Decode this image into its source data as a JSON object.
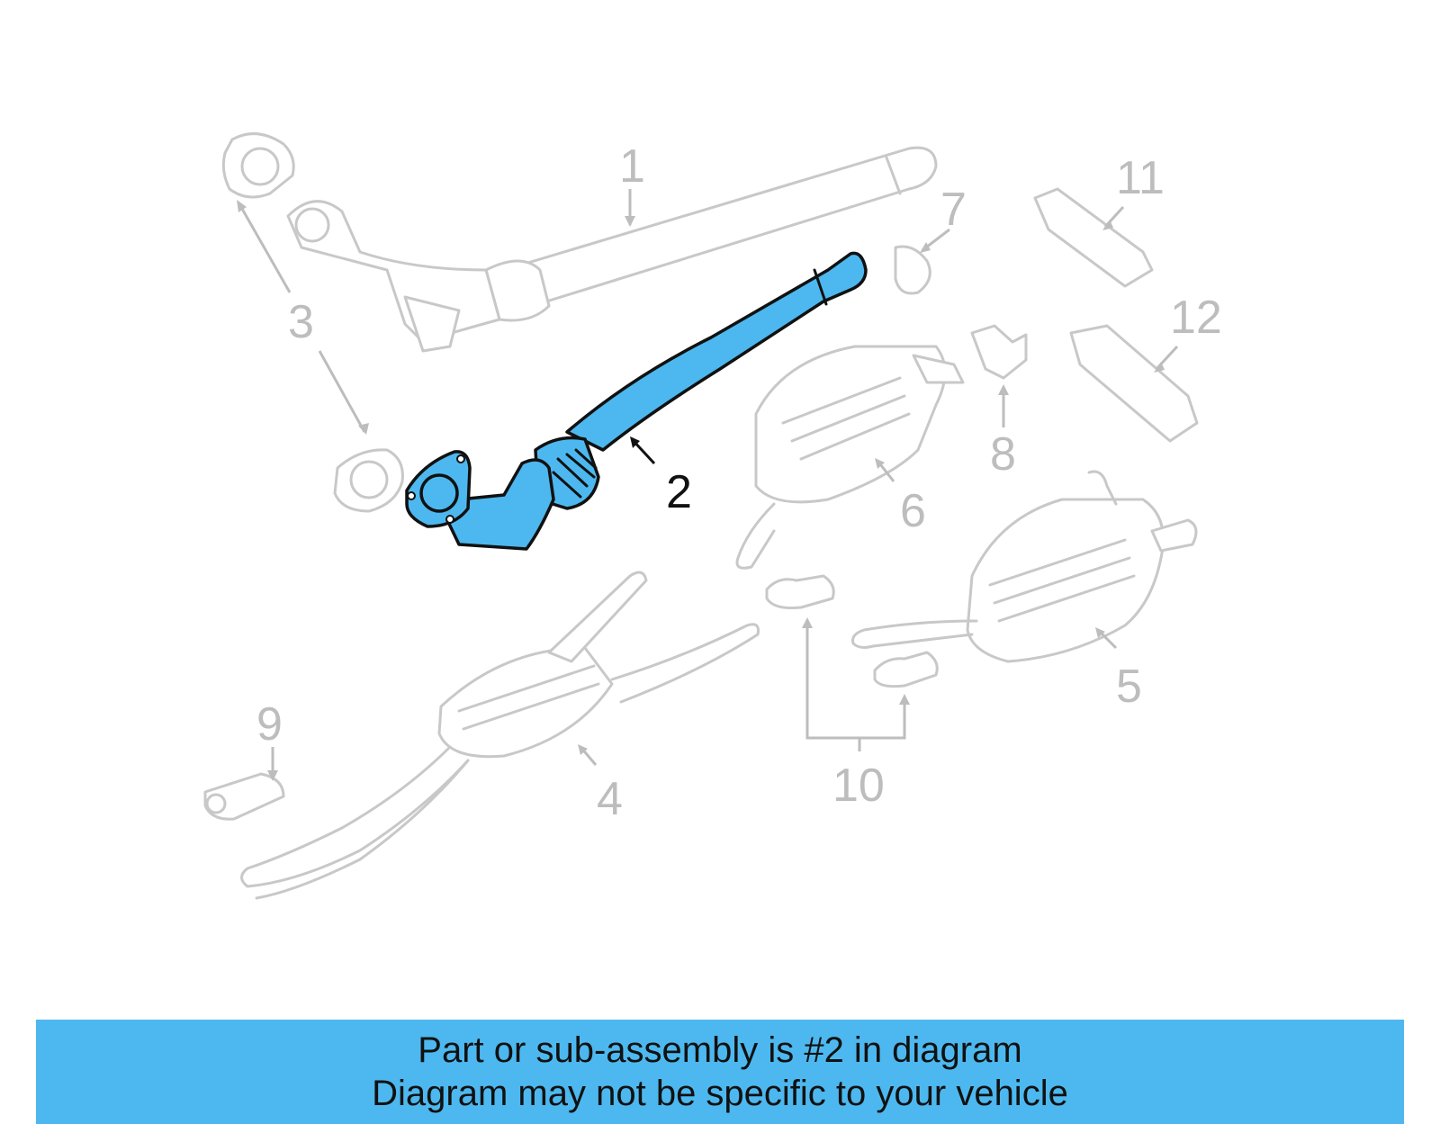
{
  "diagram": {
    "callouts": {
      "c1": "1",
      "c2": "2",
      "c3": "3",
      "c4": "4",
      "c5": "5",
      "c6": "6",
      "c7": "7",
      "c8": "8",
      "c9": "9",
      "c10": "10",
      "c11": "11",
      "c12": "12"
    },
    "highlight_color": "#4db8ef",
    "faded_color": "#c8c8c8",
    "highlighted_part": "2"
  },
  "banner": {
    "line1": "Part or sub-assembly is #2 in diagram",
    "line2": "Diagram may not be specific to your vehicle",
    "background": "#4db8ef"
  }
}
